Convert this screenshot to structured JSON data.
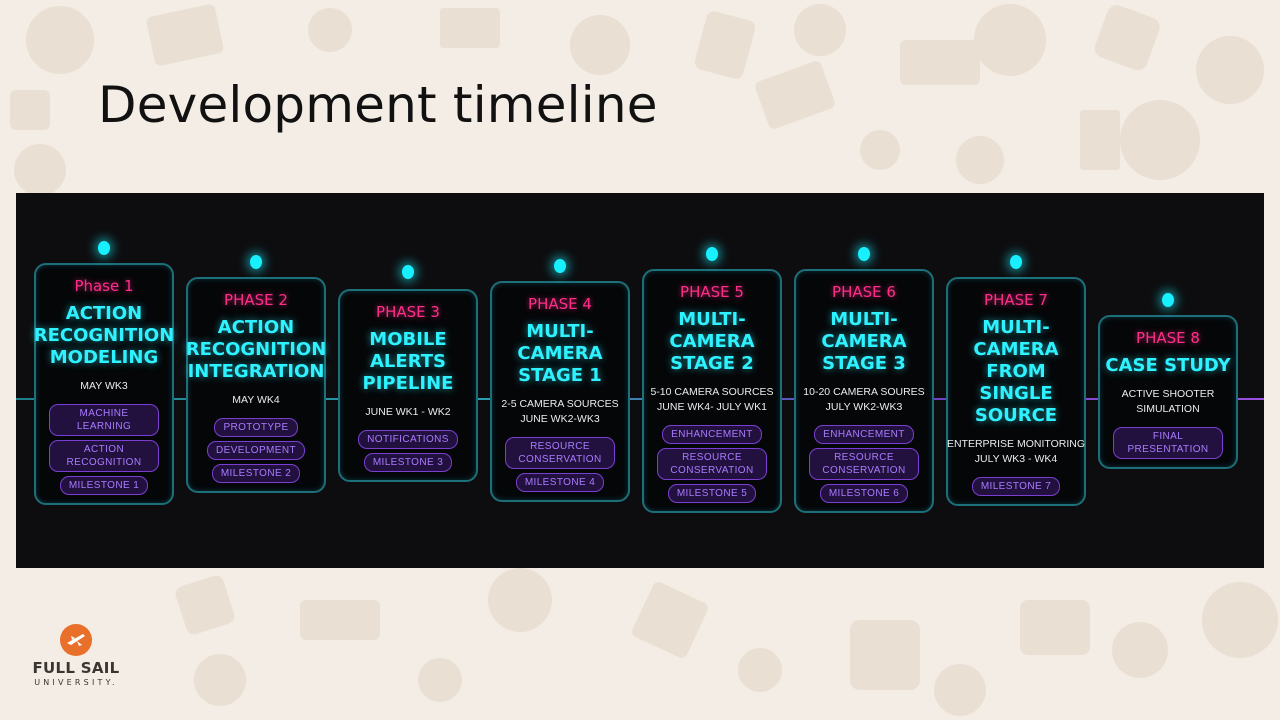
{
  "slide": {
    "title": "Development timeline"
  },
  "logo": {
    "name": "FULL SAIL",
    "sub": "UNIVERSITY."
  },
  "phases": [
    {
      "label": "Phase 1",
      "title": [
        "ACTION",
        "RECOGNITION",
        "MODELING"
      ],
      "details": [
        "MAY WK3"
      ],
      "tags": [
        "MACHINE LEARNING",
        "ACTION RECOGNITION",
        "MILESTONE 1"
      ]
    },
    {
      "label": "PHASE 2",
      "title": [
        "ACTION",
        "RECOGNITION",
        "INTEGRATION"
      ],
      "details": [
        "MAY WK4"
      ],
      "tags": [
        "PROTOTYPE",
        "DEVELOPMENT",
        "MILESTONE 2"
      ]
    },
    {
      "label": "PHASE 3",
      "title": [
        "MOBILE",
        "ALERTS",
        "PIPELINE"
      ],
      "details": [
        "JUNE WK1 - WK2"
      ],
      "tags": [
        "NOTIFICATIONS",
        "MILESTONE 3"
      ]
    },
    {
      "label": "PHASE 4",
      "title": [
        "MULTI-",
        "CAMERA",
        "STAGE 1"
      ],
      "details": [
        "2-5 CAMERA SOURCES",
        "JUNE WK2-WK3"
      ],
      "tags": [
        "RESOURCE CONSERVATION",
        "MILESTONE 4"
      ]
    },
    {
      "label": "PHASE 5",
      "title": [
        "MULTI-",
        "CAMERA",
        "STAGE 2"
      ],
      "details": [
        "5-10 CAMERA SOURCES",
        "JUNE WK4- JULY WK1"
      ],
      "tags": [
        "ENHANCEMENT",
        "RESOURCE CONSERVATION",
        "MILESTONE 5"
      ]
    },
    {
      "label": "PHASE 6",
      "title": [
        "MULTI-",
        "CAMERA",
        "STAGE 3"
      ],
      "details": [
        "10-20 CAMERA SOURES",
        "JULY WK2-WK3"
      ],
      "tags": [
        "ENHANCEMENT",
        "RESOURCE CONSERVATION",
        "MILESTONE 6"
      ]
    },
    {
      "label": "PHASE 7",
      "title": [
        "MULTI-",
        "CAMERA",
        "FROM",
        "SINGLE",
        "SOURCE"
      ],
      "details": [
        "ENTERPRISE MONITORING",
        "JULY WK3 - WK4"
      ],
      "tags": [
        "MILESTONE 7"
      ]
    },
    {
      "label": "PHASE 8",
      "title": [
        "CASE STUDY"
      ],
      "details": [
        "ACTIVE SHOOTER",
        "SIMULATION"
      ],
      "tags": [
        "FINAL PRESENTATION"
      ]
    }
  ],
  "colors": {
    "background": "#f4ede5",
    "panel": "#0d0d0f",
    "phase_label": "#ff2e8a",
    "title_cyan": "#2ef2ff",
    "tag_purple": "#a97bff",
    "dot_cyan": "#19f0ff",
    "logo_orange": "#e8702a"
  }
}
